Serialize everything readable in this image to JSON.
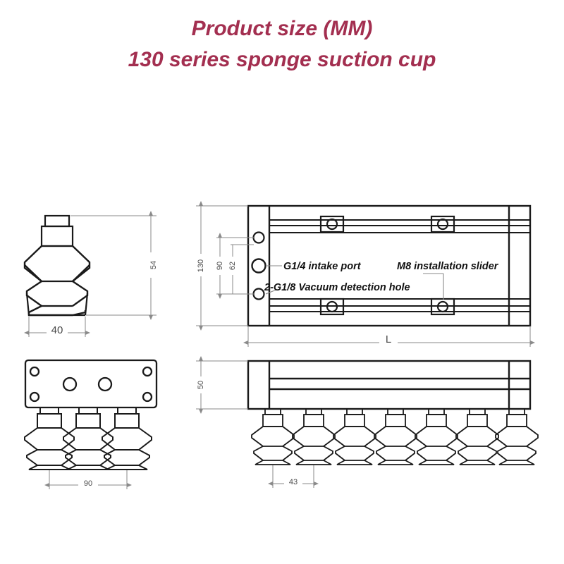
{
  "title": {
    "line1": "Product size (MM)",
    "line2": "130 series sponge suction cup",
    "color": "#a32f50"
  },
  "annotations": {
    "intake_port": "G1/4 intake port",
    "slider": "M8 installation slider",
    "vacuum_hole": "2-G1/8 Vacuum detection hole"
  },
  "dimensions": {
    "cup_height": "54",
    "cup_diameter": "40",
    "plate_width": "130",
    "hole_span_outer": "90",
    "hole_span_inner": "62",
    "overall_length": "L",
    "body_height": "50",
    "cup_pitch_side": "90",
    "cup_pitch_front": "43"
  },
  "views": {
    "single_cup": "single-cup-elevation",
    "top_view": "manifold-top-view",
    "side_view": "three-cup-side-view",
    "front_view": "seven-cup-front-view"
  },
  "colors": {
    "line": "#1a1a1a",
    "dim_line": "#8a8a8a",
    "background": "#ffffff"
  }
}
